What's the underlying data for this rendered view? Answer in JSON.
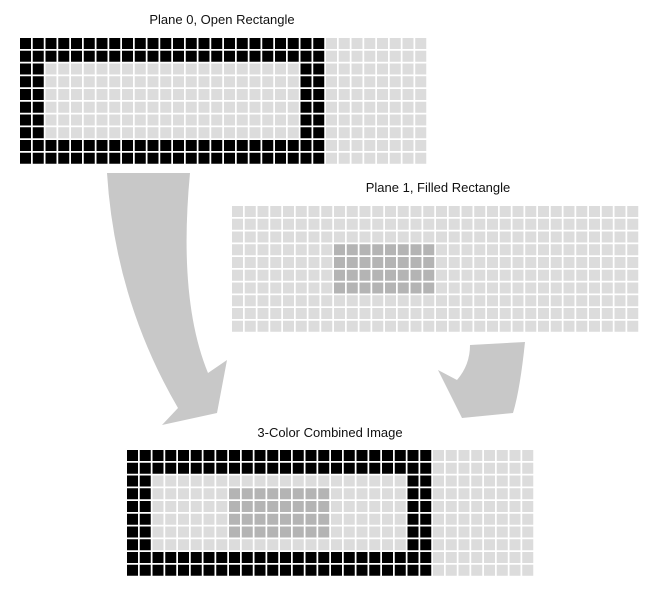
{
  "planes": [
    {
      "title": "Plane 0, Open Rectangle",
      "cols": 32,
      "rows": 10,
      "shape": "open-rectangle",
      "rect": {
        "col_start": 0,
        "col_end": 23,
        "row_start": 0,
        "row_end": 9,
        "border": 2
      }
    },
    {
      "title": "Plane 1, Filled Rectangle",
      "cols": 32,
      "rows": 10,
      "shape": "filled-rectangle",
      "rect": {
        "col_start": 8,
        "col_end": 15,
        "row_start": 3,
        "row_end": 6
      }
    },
    {
      "title": "3-Color Combined Image",
      "cols": 32,
      "rows": 10,
      "shape": "combined"
    }
  ],
  "colors": {
    "background_cell": "#dcdcdc",
    "plane0_on": "#000000",
    "plane1_on": "#b4b4b4",
    "arrow": "#c8c8c8"
  }
}
